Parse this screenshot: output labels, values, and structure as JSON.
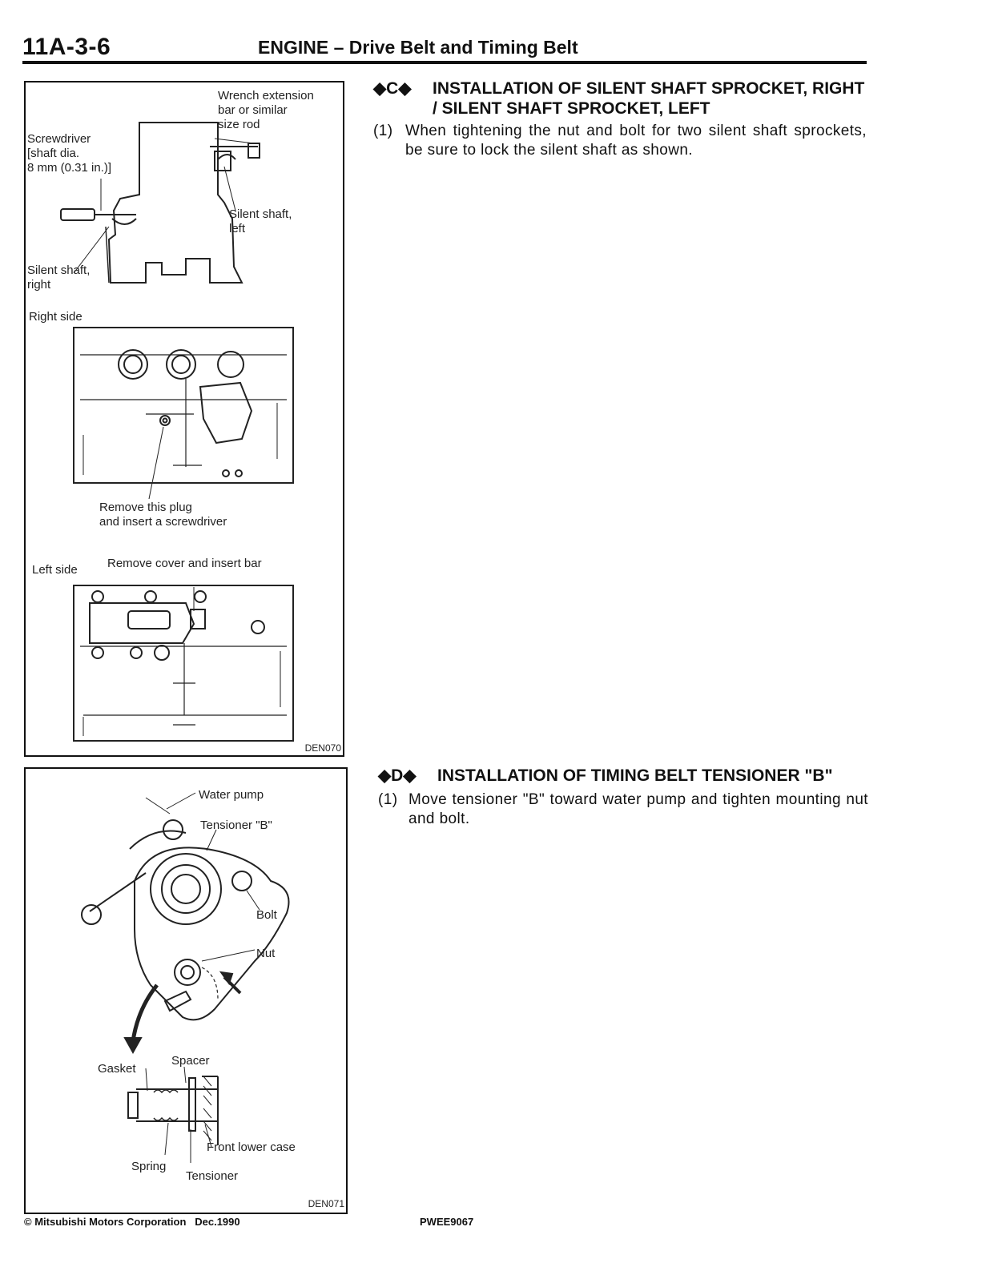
{
  "header": {
    "page_number": "11A-3-6",
    "title": "ENGINE – Drive Belt and Timing Belt"
  },
  "figure1": {
    "labels": {
      "wrench": "Wrench extension\nbar or similar\nsize rod",
      "screwdriver": "Screwdriver\n[shaft dia.\n8 mm (0.31 in.)]",
      "silent_left": "Silent shaft,\nleft",
      "silent_right": "Silent shaft,\nright",
      "right_side": "Right side",
      "remove_plug": "Remove this plug\nand insert a screwdriver",
      "left_side": "Left side",
      "remove_cover": "Remove cover and insert bar"
    },
    "id": "DEN070"
  },
  "figure2": {
    "labels": {
      "water_pump": "Water pump",
      "tensioner_b": "Tensioner \"B\"",
      "bolt": "Bolt",
      "nut": "Nut",
      "gasket": "Gasket",
      "spacer": "Spacer",
      "front_lower_case": "Front lower case",
      "spring": "Spring",
      "tensioner": "Tensioner"
    },
    "id": "DEN071"
  },
  "section_c": {
    "marker": "◆C◆",
    "title": "INSTALLATION OF SILENT SHAFT SPROCKET, RIGHT / SILENT SHAFT SPROCKET, LEFT",
    "steps": [
      {
        "num": "(1)",
        "text": "When tightening the nut and bolt for two silent shaft sprockets, be sure to lock the silent shaft as shown."
      }
    ]
  },
  "section_d": {
    "marker": "◆D◆",
    "title": "INSTALLATION OF TIMING BELT TENSIONER \"B\"",
    "steps": [
      {
        "num": "(1)",
        "text": "Move tensioner \"B\" toward water pump and tighten mounting nut and bolt."
      }
    ]
  },
  "footer": {
    "copyright": "© Mitsubishi Motors Corporation   Dec.1990",
    "code": "PWEE9067"
  }
}
